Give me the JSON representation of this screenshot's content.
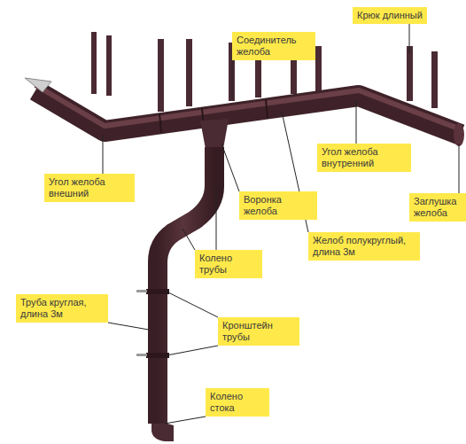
{
  "diagram": {
    "nodes": [
      {
        "text": [
          "Крюк длинный"
        ]
      },
      {
        "text": [
          "Соединитель желоба"
        ]
      },
      {
        "text": [
          "Угол желоба внутренний"
        ]
      },
      {
        "text": [
          "Угол желоба внешний"
        ]
      },
      {
        "text": [
          "Воронка желоба"
        ]
      },
      {
        "text": [
          "Заглушка желоба"
        ]
      },
      {
        "text": [
          "Желоб полукруглый, длина 3м"
        ]
      },
      {
        "text": [
          "Колено трубы"
        ]
      },
      {
        "text": [
          "Труба круглая, длина 3м"
        ]
      },
      {
        "text": [
          "Кронштейн трубы"
        ]
      },
      {
        "text": [
          "Колено стока"
        ]
      }
    ]
  }
}
